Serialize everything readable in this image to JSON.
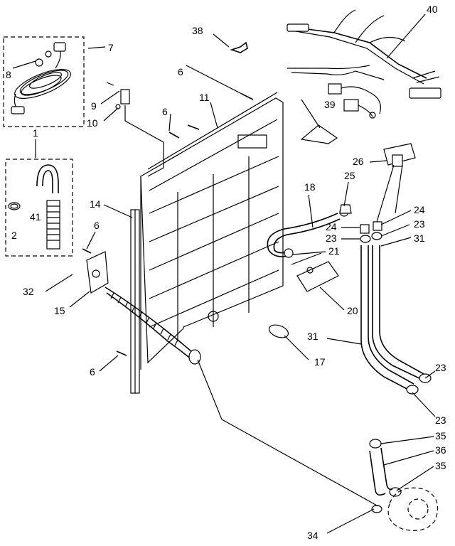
{
  "diagram": {
    "part_labels": {
      "p1": "1",
      "p2": "2",
      "p6": "6",
      "p7": "7",
      "p8": "8",
      "p9": "9",
      "p10": "10",
      "p11": "11",
      "p14": "14",
      "p15": "15",
      "p17": "17",
      "p18": "18",
      "p20": "20",
      "p21": "21",
      "p23": "23",
      "p24": "24",
      "p25": "25",
      "p26": "26",
      "p31": "31",
      "p32": "32",
      "p34": "34",
      "p35": "35",
      "p36": "36",
      "p38": "38",
      "p39": "39",
      "p40": "40",
      "p41": "41"
    }
  }
}
